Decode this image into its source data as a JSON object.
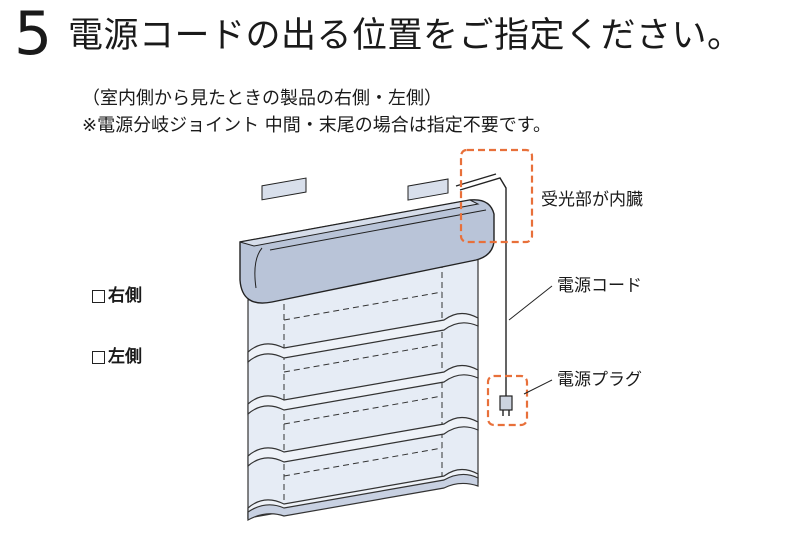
{
  "header": {
    "step_number": "5",
    "title": "電源コードの出る位置をご指定ください。",
    "note_line1": "（室内側から見たときの製品の右側・左側）",
    "note_line2": "※電源分岐ジョイント 中間・末尾の場合は指定不要です。"
  },
  "options": [
    {
      "label": "右側",
      "checked": false
    },
    {
      "label": "左側",
      "checked": false
    }
  ],
  "callouts": {
    "sensor_label": "受光部が内臓",
    "cord_label": "電源コード",
    "plug_label": "電源プラグ"
  },
  "colors": {
    "headrail": "#b9c4d8",
    "fabric": "#dfe6f1",
    "highlight_box": "#e8703a",
    "line": "#1f1f1f"
  }
}
